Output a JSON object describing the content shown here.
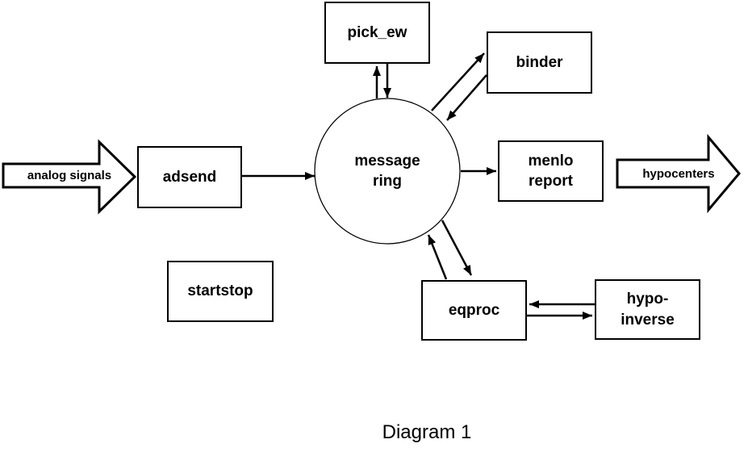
{
  "caption": "Diagram 1",
  "colors": {
    "stroke": "#000000",
    "fill": "#ffffff",
    "text": "#000000"
  },
  "ring": {
    "label": "message\nring"
  },
  "nodes": {
    "pick_ew": {
      "label": "pick_ew"
    },
    "binder": {
      "label": "binder"
    },
    "adsend": {
      "label": "adsend"
    },
    "menlo_report": {
      "label": "menlo\nreport"
    },
    "startstop": {
      "label": "startstop"
    },
    "eqproc": {
      "label": "eqproc"
    },
    "hypo_inverse": {
      "label": "hypo-\ninverse"
    }
  },
  "io_arrows": {
    "analog_signals": {
      "label": "analog signals",
      "direction": "right"
    },
    "hypocenters": {
      "label": "hypocenters",
      "direction": "right"
    }
  },
  "edges": [
    {
      "from": "analog signals",
      "to": "adsend",
      "style": "block-arrow"
    },
    {
      "from": "adsend",
      "to": "message ring",
      "style": "arrow"
    },
    {
      "from": "message ring",
      "to": "pick_ew",
      "style": "arrow"
    },
    {
      "from": "pick_ew",
      "to": "message ring",
      "style": "arrow"
    },
    {
      "from": "message ring",
      "to": "binder",
      "style": "arrow"
    },
    {
      "from": "binder",
      "to": "message ring",
      "style": "arrow"
    },
    {
      "from": "message ring",
      "to": "menlo report",
      "style": "arrow"
    },
    {
      "from": "message ring",
      "to": "eqproc",
      "style": "arrow"
    },
    {
      "from": "eqproc",
      "to": "message ring",
      "style": "arrow"
    },
    {
      "from": "eqproc",
      "to": "hypo-inverse",
      "style": "arrow"
    },
    {
      "from": "hypo-inverse",
      "to": "eqproc",
      "style": "arrow"
    },
    {
      "from": "menlo report",
      "to": "hypocenters",
      "style": "block-arrow"
    }
  ]
}
